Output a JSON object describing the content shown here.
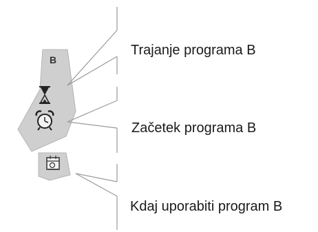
{
  "program_panel": {
    "letter": "B",
    "fill_color": "#cfcfcf",
    "edge_color": "#b4b4b4",
    "icons": [
      "hourglass-icon",
      "alarm-clock-icon",
      "calendar-icon"
    ]
  },
  "callouts": {
    "duration": "Trajanje programa B",
    "start": "Začetek programa B",
    "when": "Kdaj uporabiti program B"
  },
  "line_color": "#9a9a9a"
}
